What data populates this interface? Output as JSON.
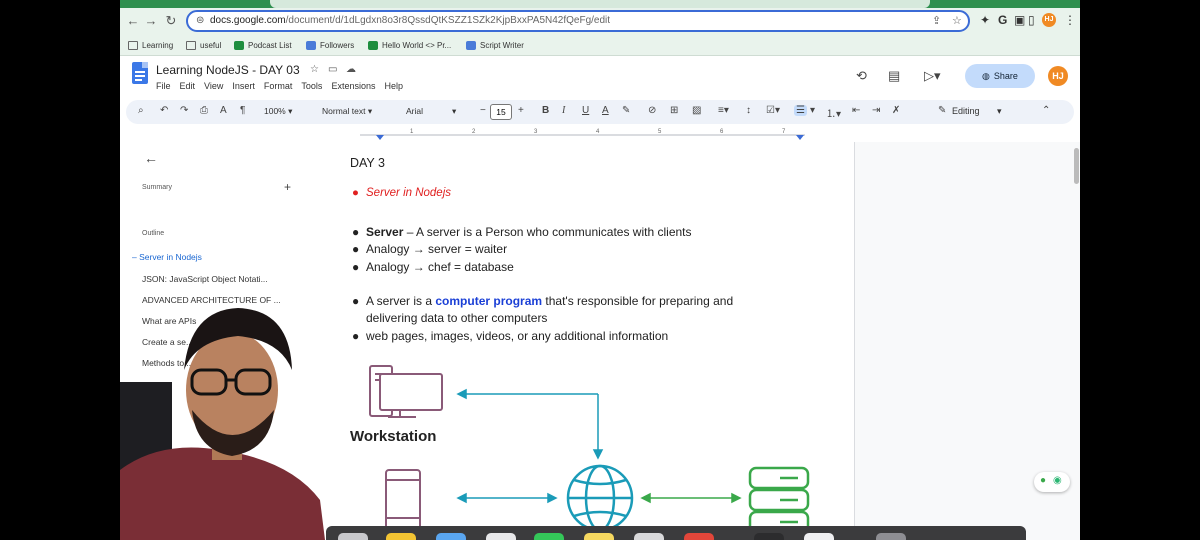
{
  "browser": {
    "url_host": "docs.google.com",
    "url_path": "/document/d/1dLgdxn8o3r8QssdQtKSZZ1SZk2KjpBxxPA5N42fQeFg/edit",
    "profile_initials": "HJ"
  },
  "bookmarks": [
    {
      "label": "Learning",
      "icon": "folder-icon"
    },
    {
      "label": "useful",
      "icon": "folder-icon"
    },
    {
      "label": "Podcast List",
      "icon": "sheets-icon"
    },
    {
      "label": "Followers",
      "icon": "docs-icon"
    },
    {
      "label": "Hello World <> Pr...",
      "icon": "sheets-icon"
    },
    {
      "label": "Script Writer",
      "icon": "docs-icon"
    }
  ],
  "doc": {
    "title": "Learning NodeJS - DAY 03",
    "menus": [
      "File",
      "Edit",
      "View",
      "Insert",
      "Format",
      "Tools",
      "Extensions",
      "Help"
    ],
    "share_label": "Share",
    "avatar_initials": "HJ"
  },
  "format_toolbar": {
    "zoom": "100%",
    "style": "Normal text",
    "font": "Arial",
    "font_size": "15",
    "mode": "Editing"
  },
  "ruler_ticks": [
    "1",
    "2",
    "3",
    "4",
    "5",
    "6",
    "7"
  ],
  "outline": {
    "summary_label": "Summary",
    "outline_label": "Outline",
    "items": [
      {
        "label": "Server in Nodejs",
        "active": true
      },
      {
        "label": "JSON: JavaScript Object Notati...",
        "active": false
      },
      {
        "label": "ADVANCED ARCHITECTURE OF ...",
        "active": false
      },
      {
        "label": "What are APIs",
        "active": false
      },
      {
        "label": "Create a se...",
        "active": false
      },
      {
        "label": "Methods to...",
        "active": false
      }
    ]
  },
  "content": {
    "heading": "DAY 3",
    "red_bullet": "Server in Nodejs",
    "b1_bold": "Server",
    "b1_rest": " – A server is a Person who communicates with clients",
    "b2": "Analogy → server =  waiter",
    "b3": "Analogy → chef = database",
    "b4_pre": "A server is a ",
    "b4_link": "computer program",
    "b4_post": " that's responsible for preparing and",
    "b4_cont": "delivering data to other computers",
    "b5": "web pages, images, videos, or any additional information",
    "diagram_label": "Workstation"
  },
  "colors": {
    "accent_blue": "#3b6bd6",
    "diagram_teal": "#1a9bb8",
    "diagram_green": "#3aa84a",
    "diagram_purple": "#8a5a78"
  }
}
